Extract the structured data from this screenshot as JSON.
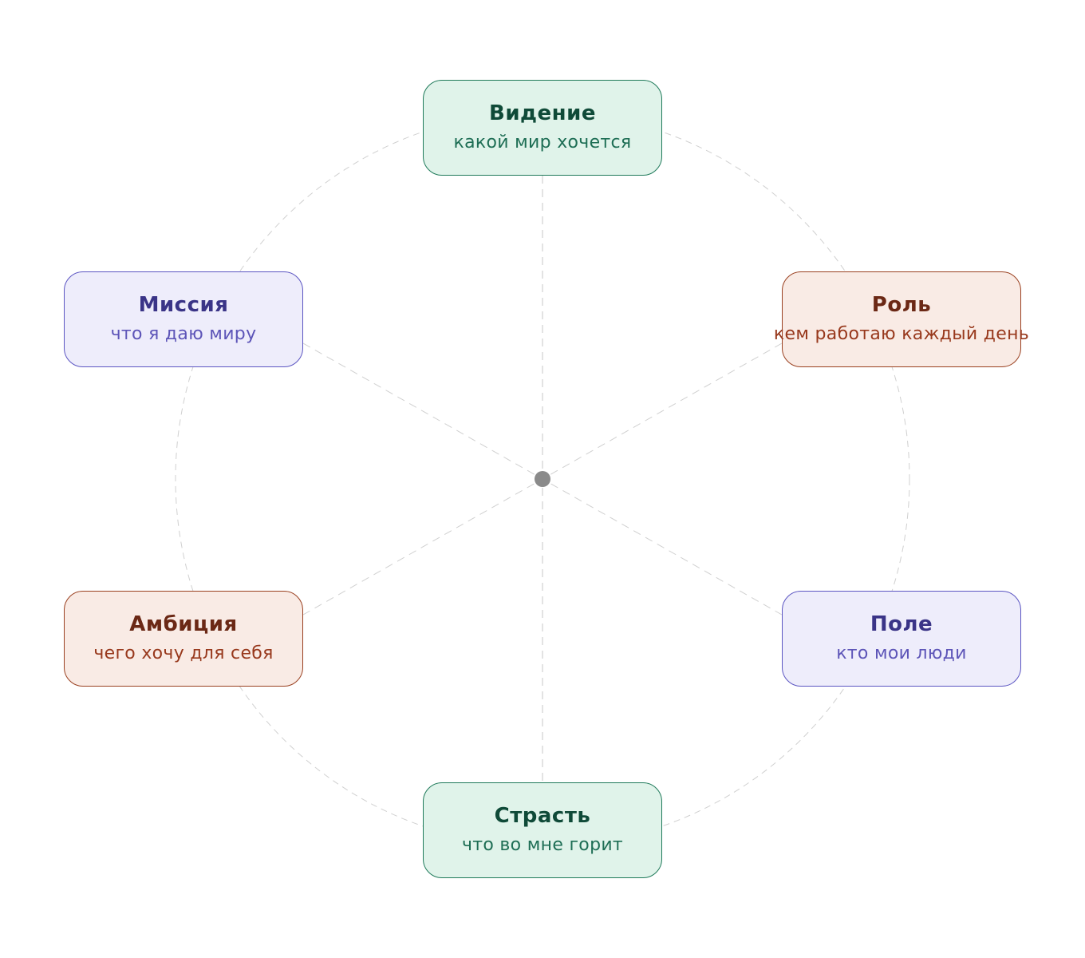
{
  "diagram": {
    "nodes": [
      {
        "id": "vision",
        "title": "Видение",
        "subtitle": "какой мир хочется",
        "color": "green"
      },
      {
        "id": "mission",
        "title": "Миссия",
        "subtitle": "что я даю миру",
        "color": "purple"
      },
      {
        "id": "role",
        "title": "Роль",
        "subtitle": "кем работаю каждый день",
        "color": "orange"
      },
      {
        "id": "ambition",
        "title": "Амбиция",
        "subtitle": "чего хочу для себя",
        "color": "orange"
      },
      {
        "id": "field",
        "title": "Поле",
        "subtitle": "кто мои люди",
        "color": "purple"
      },
      {
        "id": "passion",
        "title": "Страсть",
        "subtitle": "что во мне горит",
        "color": "green"
      }
    ],
    "colors": {
      "green_fill": "#e0f3ea",
      "green_border": "#1f7a5a",
      "purple_fill": "#eeedfb",
      "purple_border": "#5b55c2",
      "orange_fill": "#f9ebe5",
      "orange_border": "#9a4020",
      "guide_line": "#cccccc",
      "center_dot": "#888888"
    }
  }
}
